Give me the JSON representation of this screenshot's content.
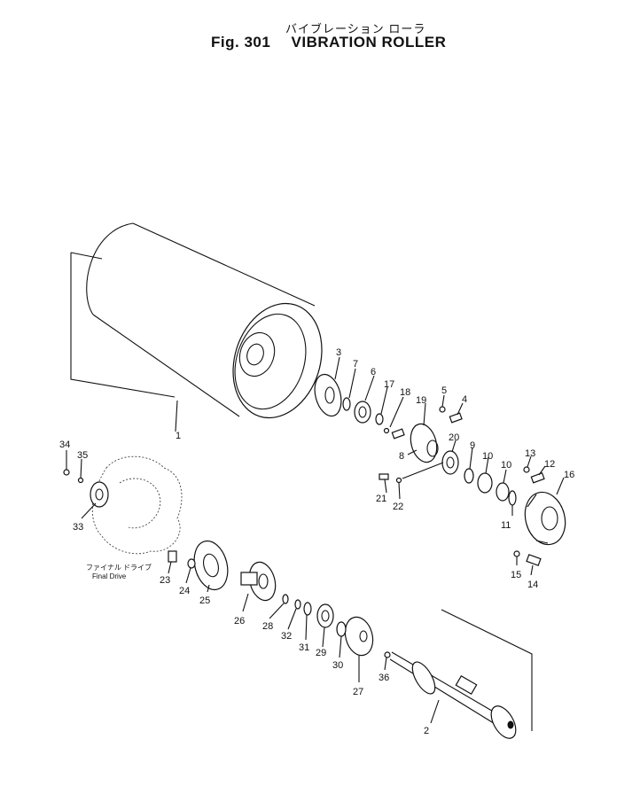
{
  "header": {
    "title_jp": "バイブレーション ローラ",
    "fig": "Fig. 301",
    "title_en": "VIBRATION ROLLER"
  },
  "final_drive": {
    "label_jp": "ファイナル ドライブ",
    "label_en": "Final Drive"
  },
  "parts": [
    "1",
    "2",
    "3",
    "4",
    "5",
    "6",
    "7",
    "8",
    "9",
    "10",
    "10",
    "11",
    "12",
    "13",
    "14",
    "15",
    "16",
    "17",
    "18",
    "19",
    "20",
    "21",
    "22",
    "23",
    "24",
    "25",
    "26",
    "27",
    "28",
    "29",
    "30",
    "31",
    "32",
    "33",
    "34",
    "35",
    "36"
  ]
}
